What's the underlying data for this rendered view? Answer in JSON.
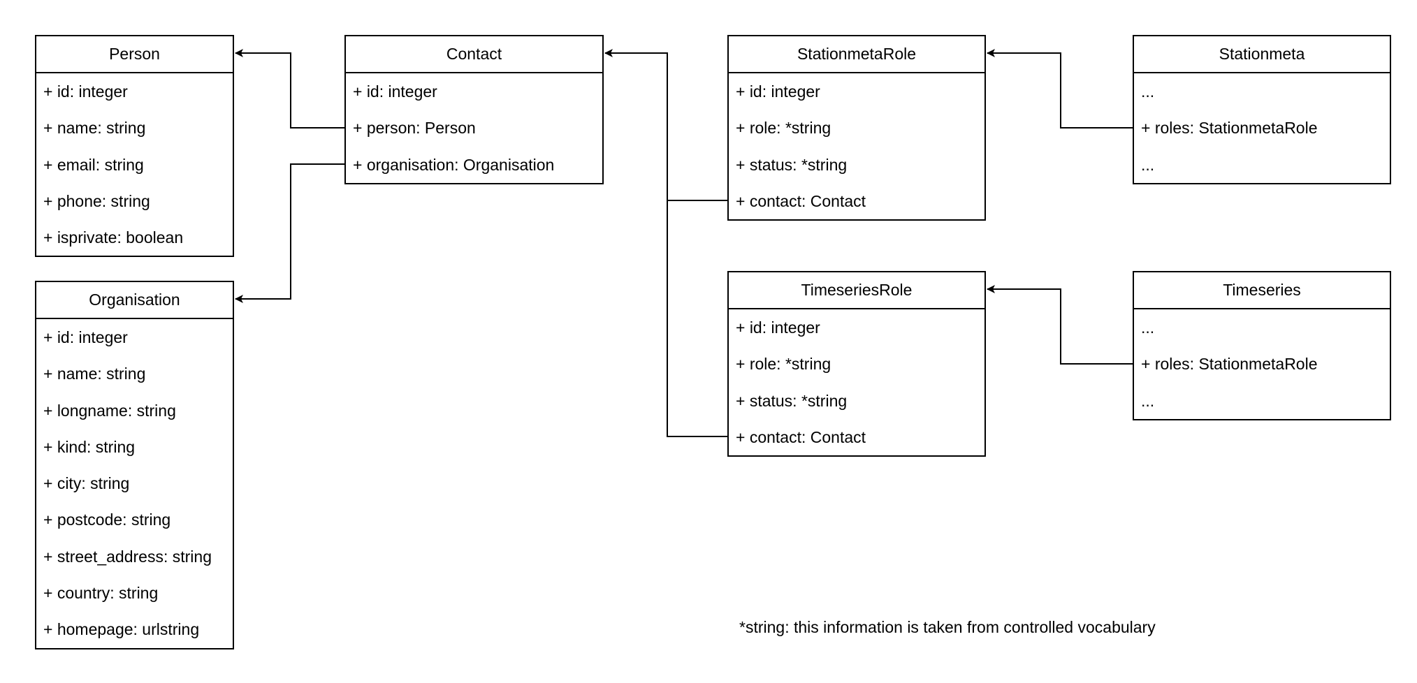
{
  "classes": [
    {
      "id": "person",
      "name": "Person",
      "attributes": [
        "+ id: integer",
        "+ name: string",
        "+ email: string",
        "+ phone: string",
        "+ isprivate: boolean"
      ]
    },
    {
      "id": "organisation",
      "name": "Organisation",
      "attributes": [
        "+ id: integer",
        "+ name: string",
        "+ longname: string",
        "+ kind: string",
        "+ city: string",
        "+ postcode: string",
        "+ street_address: string",
        "+ country: string",
        "+ homepage: urlstring"
      ]
    },
    {
      "id": "contact",
      "name": "Contact",
      "attributes": [
        "+ id: integer",
        "+ person: Person",
        "+ organisation: Organisation"
      ]
    },
    {
      "id": "stationmetarole",
      "name": "StationmetaRole",
      "attributes": [
        "+ id: integer",
        "+ role: *string",
        "+ status: *string",
        "+ contact: Contact"
      ]
    },
    {
      "id": "stationmeta",
      "name": "Stationmeta",
      "attributes": [
        "...",
        "+ roles: StationmetaRole",
        "..."
      ]
    },
    {
      "id": "timeseriesrole",
      "name": "TimeseriesRole",
      "attributes": [
        "+ id: integer",
        "+ role: *string",
        "+ status: *string",
        "+ contact: Contact"
      ]
    },
    {
      "id": "timeseries",
      "name": "Timeseries",
      "attributes": [
        "...",
        "+ roles: StationmetaRole",
        "..."
      ]
    }
  ],
  "relations": [
    {
      "from": "contact",
      "attribute": "+ person: Person",
      "to": "person"
    },
    {
      "from": "contact",
      "attribute": "+ organisation: Organisation",
      "to": "organisation"
    },
    {
      "from": "stationmetarole",
      "attribute": "+ contact: Contact",
      "to": "contact"
    },
    {
      "from": "timeseriesrole",
      "attribute": "+ contact: Contact",
      "to": "contact"
    },
    {
      "from": "stationmeta",
      "attribute": "+ roles: StationmetaRole",
      "to": "stationmetarole"
    },
    {
      "from": "timeseries",
      "attribute": "+ roles: StationmetaRole",
      "to": "timeseriesrole"
    }
  ],
  "footnote": "*string: this information is taken from controlled vocabulary",
  "colors": {
    "line": "#000000",
    "background": "#ffffff"
  }
}
